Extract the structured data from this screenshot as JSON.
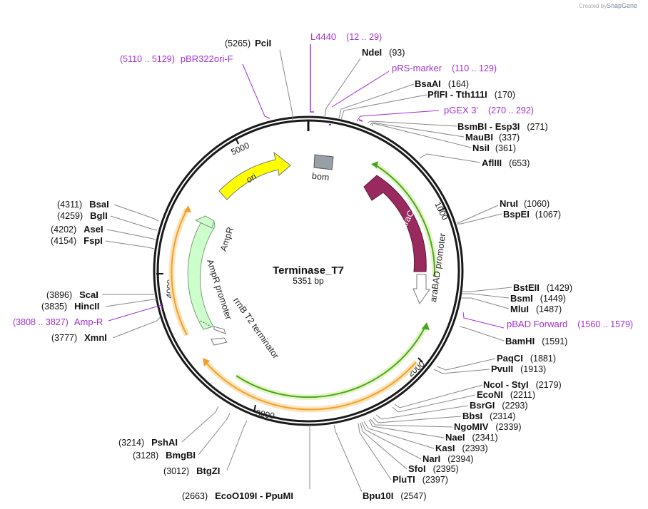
{
  "credit": {
    "created_by": "Created by",
    "brand": "SnapGene"
  },
  "plasmid": {
    "name": "Terminase_T7",
    "length_label": "5351 bp"
  },
  "ticks": [
    "1000",
    "2000",
    "3000",
    "4000",
    "5000"
  ],
  "features": {
    "ori": "ori",
    "bom": "bom",
    "araC": "araC",
    "AmpR": "AmpR",
    "araBAD_promoter": "araBAD promoter",
    "AmpR_promoter": "AmpR promoter",
    "rrnB_T2_terminator": "rrnB T2 terminator"
  },
  "sites": [
    {
      "pos": "(5265)",
      "name": "PciI"
    },
    {
      "pos": "(93)",
      "name": "NdeI"
    },
    {
      "pos": "(164)",
      "name": "BsaAI"
    },
    {
      "pos": "(170)",
      "name": "PflFI  -  Tth111I"
    },
    {
      "pos": "(271)",
      "name": "BsmBI  -  Esp3I"
    },
    {
      "pos": "(337)",
      "name": "MauBI"
    },
    {
      "pos": "(361)",
      "name": "NsiI"
    },
    {
      "pos": "(653)",
      "name": "AflIII"
    },
    {
      "pos": "(1060)",
      "name": "NruI"
    },
    {
      "pos": "(1067)",
      "name": "BspEI"
    },
    {
      "pos": "(1429)",
      "name": "BstEII"
    },
    {
      "pos": "(1449)",
      "name": "BsmI"
    },
    {
      "pos": "(1487)",
      "name": "MluI"
    },
    {
      "pos": "(1591)",
      "name": "BamHI"
    },
    {
      "pos": "(1881)",
      "name": "PaqCI"
    },
    {
      "pos": "(1913)",
      "name": "PvuII"
    },
    {
      "pos": "(2179)",
      "name": "NcoI  -  StyI"
    },
    {
      "pos": "(2211)",
      "name": "EcoNI"
    },
    {
      "pos": "(2293)",
      "name": "BsrGI"
    },
    {
      "pos": "(2314)",
      "name": "BbsI"
    },
    {
      "pos": "(2339)",
      "name": "NgoMIV"
    },
    {
      "pos": "(2341)",
      "name": "NaeI"
    },
    {
      "pos": "(2393)",
      "name": "KasI"
    },
    {
      "pos": "(2394)",
      "name": "NarI"
    },
    {
      "pos": "(2395)",
      "name": "SfoI"
    },
    {
      "pos": "(2397)",
      "name": "PluTI"
    },
    {
      "pos": "(2547)",
      "name": "Bpu10I"
    },
    {
      "pos": "(2663)",
      "name": "EcoO109I  -  PpuMI"
    },
    {
      "pos": "(3012)",
      "name": "BtgZI"
    },
    {
      "pos": "(3128)",
      "name": "BmgBI"
    },
    {
      "pos": "(3214)",
      "name": "PshAI"
    },
    {
      "pos": "(3777)",
      "name": "XmnI"
    },
    {
      "pos": "(3835)",
      "name": "HincII"
    },
    {
      "pos": "(3896)",
      "name": "ScaI"
    },
    {
      "pos": "(4154)",
      "name": "FspI"
    },
    {
      "pos": "(4202)",
      "name": "AseI"
    },
    {
      "pos": "(4259)",
      "name": "BglI"
    },
    {
      "pos": "(4311)",
      "name": "BsaI"
    }
  ],
  "primers": [
    {
      "name": "L4440",
      "range": "(12 .. 29)"
    },
    {
      "name": "pRS-marker",
      "range": "(110 .. 129)"
    },
    {
      "name": "pGEX 3'",
      "range": "(270 .. 292)"
    },
    {
      "name": "pBAD Forward",
      "range": "(1560 .. 1579)"
    },
    {
      "name": "Amp-R",
      "range": "(3808 .. 3827)"
    },
    {
      "name": "pBR322ori-F",
      "range": "(5110 .. 5129)"
    }
  ],
  "colors": {
    "ori": "#ffff00",
    "araC": "#9a2a5e",
    "AmpR": "#ccffcc",
    "bom": "#999fa6",
    "primer": "#a12fd0",
    "orf_orange": "#f0a02a",
    "orf_green": "#4aa61e"
  }
}
